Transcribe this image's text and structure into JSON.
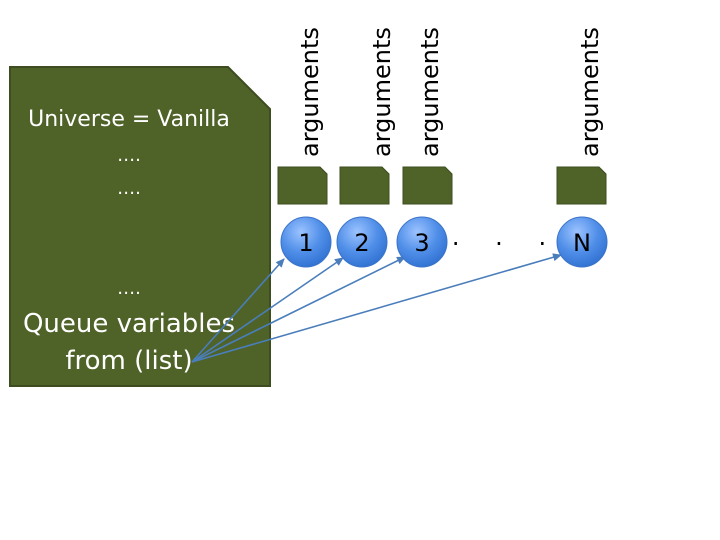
{
  "document": {
    "line1": "Universe = Vanilla",
    "line2": "….",
    "line3": "….",
    "line4": "….",
    "line5": "Queue variables",
    "line6": "from (list)"
  },
  "jobs": [
    {
      "number": "1",
      "arguments": "arguments"
    },
    {
      "number": "2",
      "arguments": "arguments"
    },
    {
      "number": "3",
      "arguments": "arguments"
    },
    {
      "number": "N",
      "arguments": "arguments"
    }
  ],
  "ellipsis": ". . .",
  "colors": {
    "document_fill": "#4f6228",
    "document_stroke": "#3d4d1f",
    "circle_fill": "#4f8ee8",
    "arrow": "#4a7ebb"
  }
}
